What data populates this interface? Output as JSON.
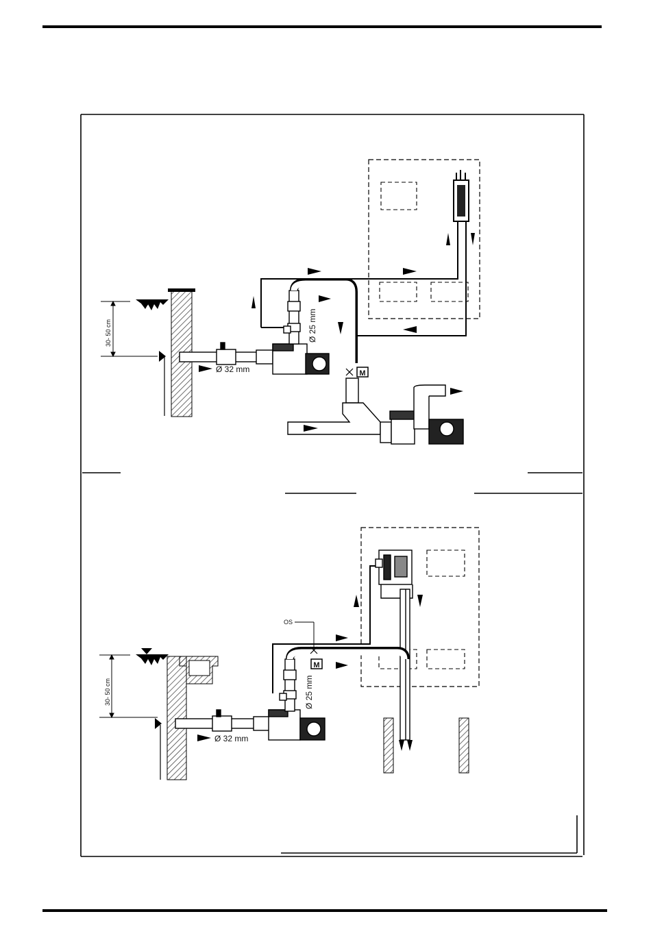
{
  "top_diagram": {
    "height_range": "30- 50 cm",
    "suction_pipe": "Ø 32 mm",
    "return_pipe": "Ø 25 mm",
    "valve_label": "M"
  },
  "bottom_diagram": {
    "height_range": "30- 50 cm",
    "suction_pipe": "Ø 32 mm",
    "return_pipe": "Ø 25 mm",
    "valve_label": "M",
    "callout_label": "OS"
  },
  "colors": {
    "ink": "#111111",
    "paper": "#ffffff",
    "hatch": "#333333"
  }
}
